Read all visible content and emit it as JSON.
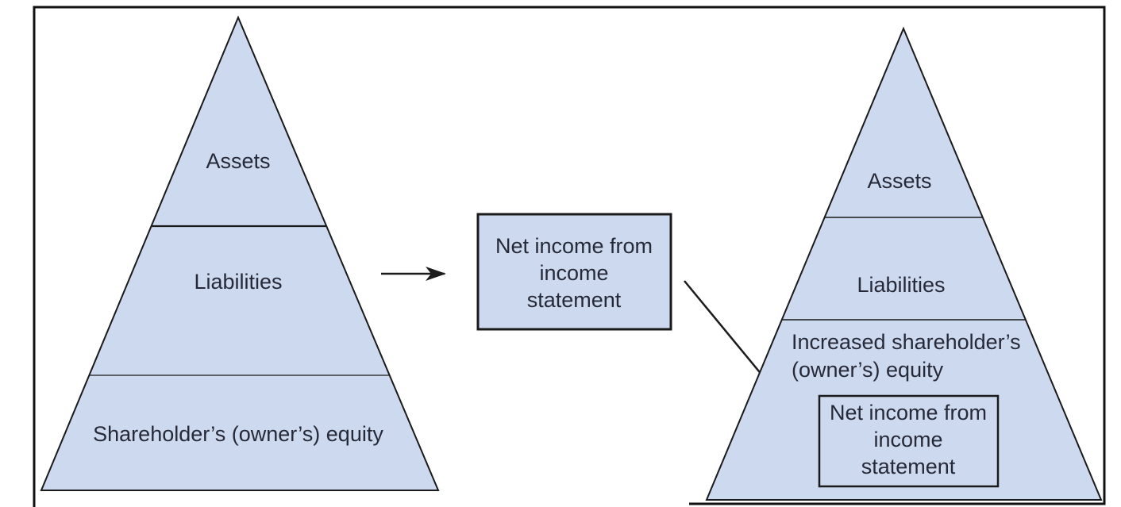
{
  "figure": {
    "fill_color": "#cdd9ef",
    "line_color": "#1a1a1a",
    "text_color": "#262a38"
  },
  "left_pyramid": {
    "sections": [
      "Assets",
      "Liabilities",
      "Shareholder’s (owner’s) equity"
    ]
  },
  "middle_box": {
    "lines": [
      "Net income from",
      "income",
      "statement"
    ]
  },
  "right_pyramid": {
    "sections": [
      "Assets",
      "Liabilities"
    ],
    "equity_label": {
      "line1": "Increased shareholder’s",
      "line2": "(owner’s) equity"
    },
    "inner_box": {
      "lines": [
        "Net income from",
        "income",
        "statement"
      ]
    }
  }
}
